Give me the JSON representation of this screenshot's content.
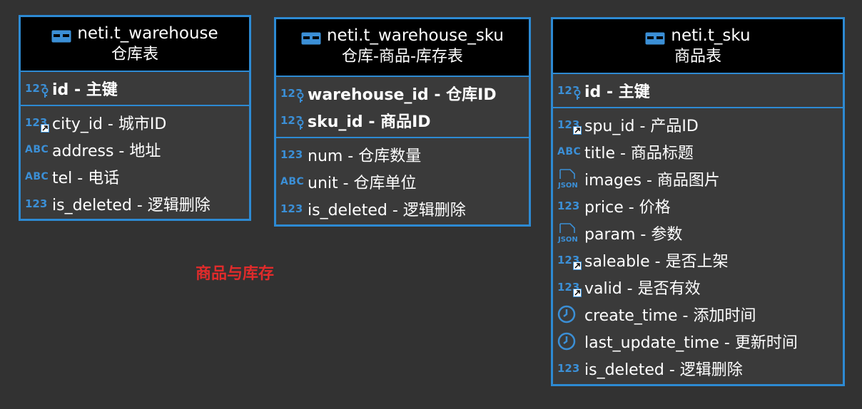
{
  "colors": {
    "background": "#323232",
    "entity_border": "#2d8ad3",
    "header_bg": "#000000",
    "type_icon": "#3b8fd6",
    "caption": "#e02b2b"
  },
  "caption": "商品与库存",
  "entities": [
    {
      "title": "neti.t_warehouse",
      "subtitle": "仓库表",
      "pk_columns": [
        {
          "icon": "numeric-key-icon",
          "type_label": "123",
          "text": "id - 主键"
        }
      ],
      "columns": [
        {
          "icon": "numeric-fk-icon",
          "type_label": "123",
          "text": "city_id - 城市ID"
        },
        {
          "icon": "text-type-icon",
          "type_label": "ABC",
          "text": "address - 地址"
        },
        {
          "icon": "text-type-icon",
          "type_label": "ABC",
          "text": "tel - 电话"
        },
        {
          "icon": "numeric-type-icon",
          "type_label": "123",
          "text": "is_deleted - 逻辑删除"
        }
      ]
    },
    {
      "title": "neti.t_warehouse_sku",
      "subtitle": "仓库-商品-库存表",
      "pk_columns": [
        {
          "icon": "numeric-key-icon",
          "type_label": "123",
          "text": "warehouse_id - 仓库ID"
        },
        {
          "icon": "numeric-key-icon",
          "type_label": "123",
          "text": "sku_id - 商品ID"
        }
      ],
      "columns": [
        {
          "icon": "numeric-type-icon",
          "type_label": "123",
          "text": "num - 仓库数量"
        },
        {
          "icon": "text-type-icon",
          "type_label": "ABC",
          "text": "unit - 仓库单位"
        },
        {
          "icon": "numeric-type-icon",
          "type_label": "123",
          "text": "is_deleted - 逻辑删除"
        }
      ]
    },
    {
      "title": "neti.t_sku",
      "subtitle": "商品表",
      "pk_columns": [
        {
          "icon": "numeric-key-icon",
          "type_label": "123",
          "text": "id - 主键"
        }
      ],
      "columns": [
        {
          "icon": "numeric-fk-icon",
          "type_label": "123",
          "text": "spu_id - 产品ID"
        },
        {
          "icon": "text-type-icon",
          "type_label": "ABC",
          "text": "title - 商品标题"
        },
        {
          "icon": "json-type-icon",
          "type_label": "JSON",
          "text": "images - 商品图片"
        },
        {
          "icon": "numeric-type-icon",
          "type_label": "123",
          "text": "price - 价格"
        },
        {
          "icon": "json-type-icon",
          "type_label": "JSON",
          "text": "param - 参数"
        },
        {
          "icon": "numeric-fk-icon",
          "type_label": "123",
          "text": "saleable - 是否上架"
        },
        {
          "icon": "numeric-fk-icon",
          "type_label": "123",
          "text": "valid - 是否有效"
        },
        {
          "icon": "clock-icon",
          "type_label": "",
          "text": "create_time - 添加时间"
        },
        {
          "icon": "clock-icon",
          "type_label": "",
          "text": "last_update_time - 更新时间"
        },
        {
          "icon": "numeric-type-icon",
          "type_label": "123",
          "text": "is_deleted - 逻辑删除"
        }
      ]
    }
  ]
}
